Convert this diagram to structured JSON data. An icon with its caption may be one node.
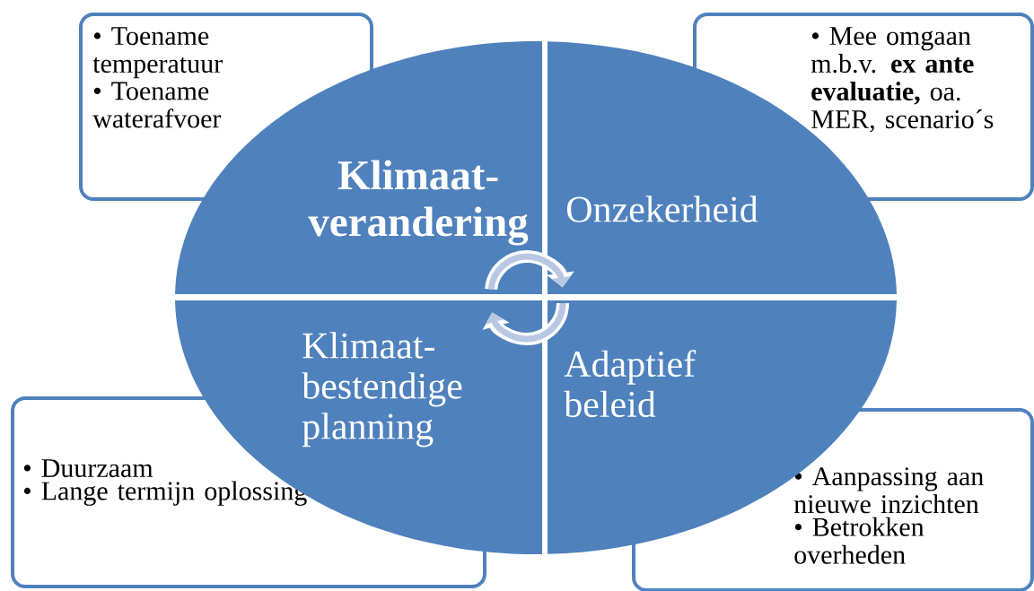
{
  "diagram": {
    "nodes": [
      {
        "text": [
          "• Toename temperatuur",
          "• Toename waterafvoer"
        ]
      },
      {
        "text": [
          "• Mee omgaan m.b.v. **ex ante evaluatie,** oa. MER, scenario´s"
        ]
      },
      {
        "text": [
          "Klimaat-verandering"
        ]
      },
      {
        "text": [
          "Onzekerheid"
        ]
      },
      {
        "text": [
          "Klimaat-bestendige planning"
        ]
      },
      {
        "text": [
          "Adaptief beleid"
        ]
      },
      {
        "text": [
          "• Duurzaam",
          "• Lange termijn oplossing"
        ]
      },
      {
        "text": [
          "• Aanpassing aan nieuwe inzichten",
          "• Betrokken overheden"
        ]
      }
    ],
    "edges": [
      {
        "from": 2,
        "to": 3,
        "arrow": "to"
      },
      {
        "from": 5,
        "to": 4,
        "arrow": "to"
      }
    ]
  }
}
